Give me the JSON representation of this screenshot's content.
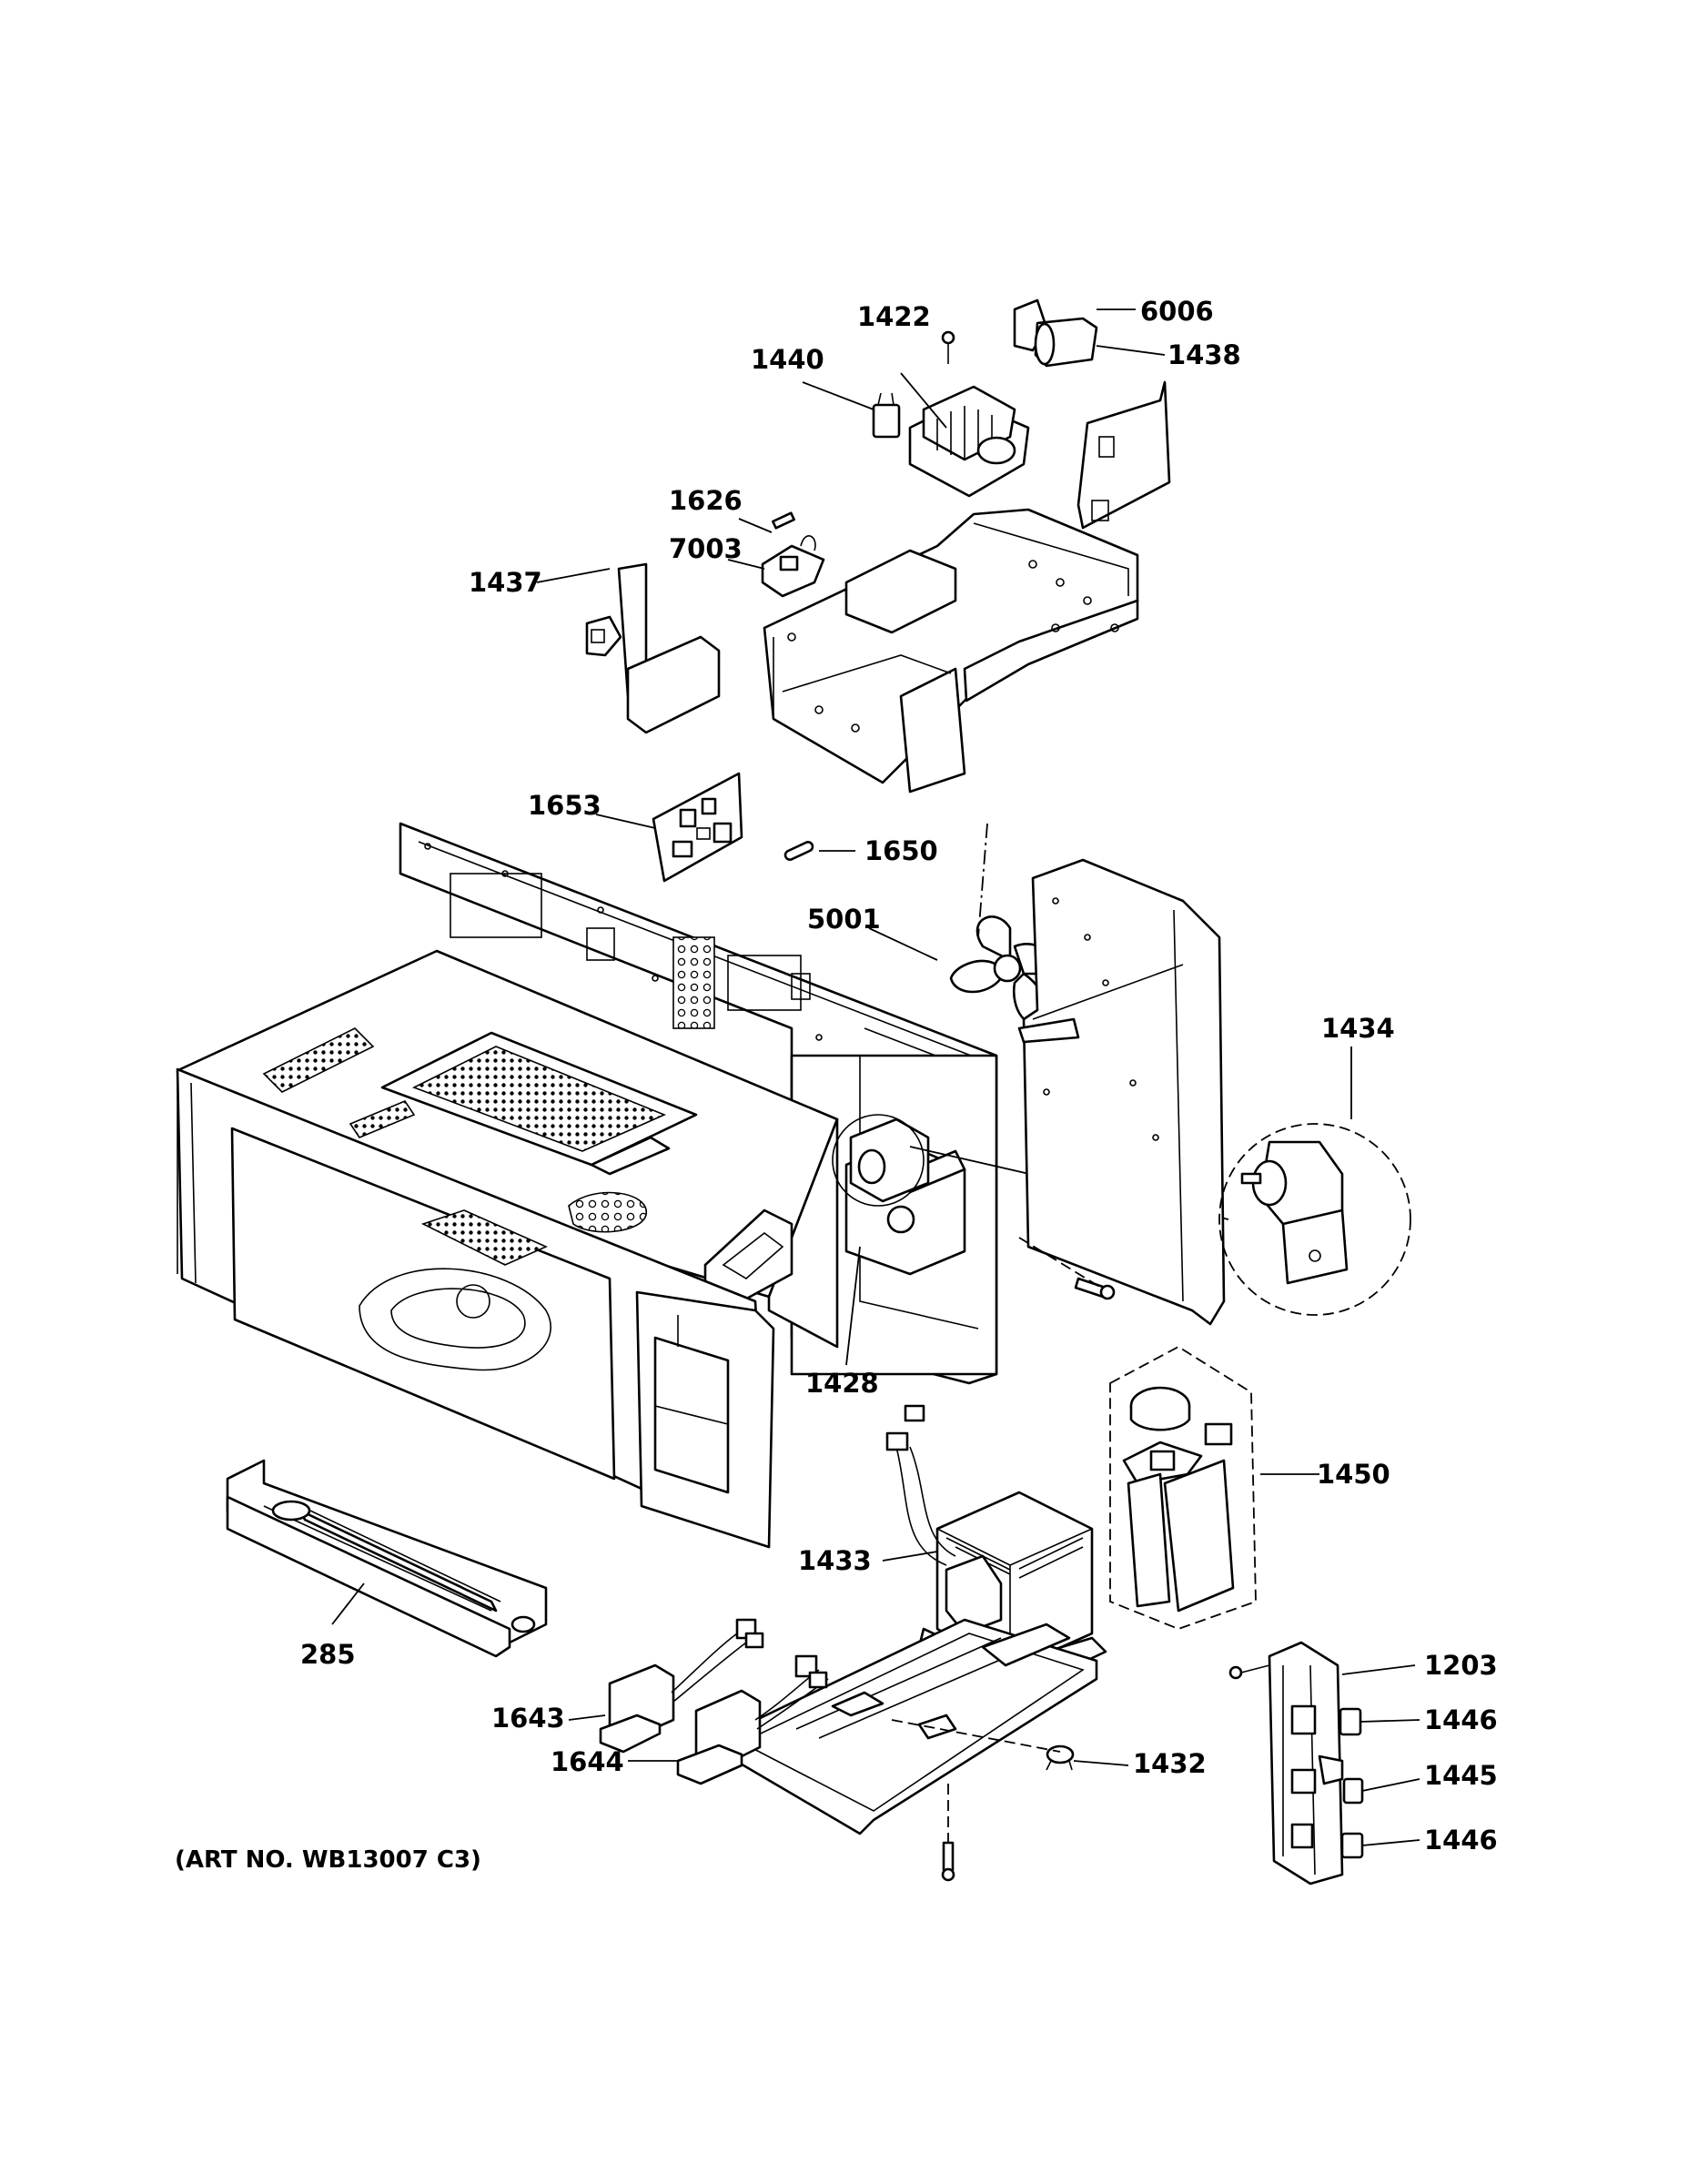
{
  "art_number": "(ART NO. WB13007 C3)",
  "callouts": [
    {
      "id": "c6006",
      "label": "6006"
    },
    {
      "id": "c1422",
      "label": "1422"
    },
    {
      "id": "c1438",
      "label": "1438"
    },
    {
      "id": "c1440",
      "label": "1440"
    },
    {
      "id": "c1626",
      "label": "1626"
    },
    {
      "id": "c7003",
      "label": "7003"
    },
    {
      "id": "c1437",
      "label": "1437"
    },
    {
      "id": "c1653",
      "label": "1653"
    },
    {
      "id": "c1650",
      "label": "1650"
    },
    {
      "id": "c5001",
      "label": "5001"
    },
    {
      "id": "c1434",
      "label": "1434"
    },
    {
      "id": "c1428",
      "label": "1428"
    },
    {
      "id": "c1450",
      "label": "1450"
    },
    {
      "id": "c1433",
      "label": "1433"
    },
    {
      "id": "c285",
      "label": "285"
    },
    {
      "id": "c1203",
      "label": "1203"
    },
    {
      "id": "c1643",
      "label": "1643"
    },
    {
      "id": "c1446a",
      "label": "1446"
    },
    {
      "id": "c1432",
      "label": "1432"
    },
    {
      "id": "c1644",
      "label": "1644"
    },
    {
      "id": "c1445",
      "label": "1445"
    },
    {
      "id": "c1446b",
      "label": "1446"
    }
  ]
}
